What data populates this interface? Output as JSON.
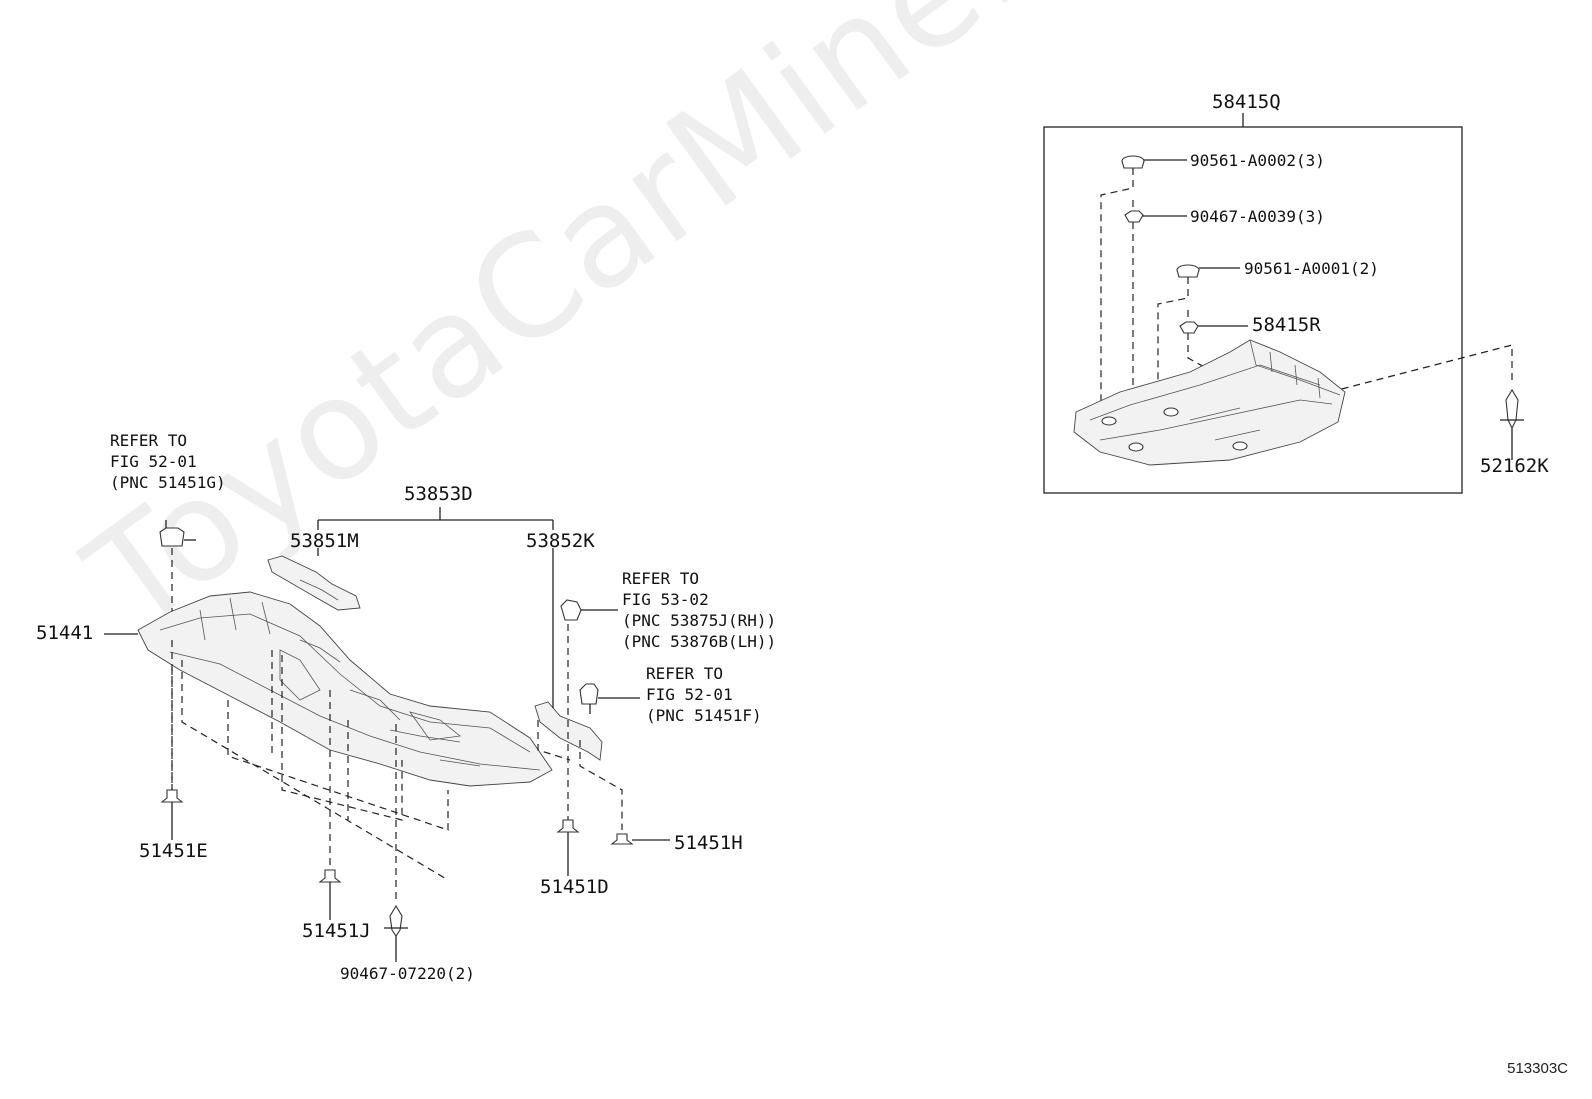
{
  "watermark": "ToyotaCarMine.ru",
  "figure_id": "513303C",
  "labels": {
    "p58415Q": "58415Q",
    "p90561_A0002": "90561-A0002(3)",
    "p90467_A0039": "90467-A0039(3)",
    "p90561_A0001": "90561-A0001(2)",
    "p58415R": "58415R",
    "p52162K": "52162K",
    "p53853D": "53853D",
    "p53851M": "53851M",
    "p53852K": "53852K",
    "p51441": "51441",
    "p51451E": "51451E",
    "p51451J": "51451J",
    "p90467_07220": "90467-07220(2)",
    "p51451D": "51451D",
    "p51451H": "51451H"
  },
  "notes": {
    "refer_left": [
      "REFER TO",
      "FIG 52-01",
      "(PNC 51451G)"
    ],
    "refer_mid": [
      "REFER TO",
      "FIG 53-02",
      "(PNC 53875J(RH))",
      "(PNC 53876B(LH))"
    ],
    "refer_right": [
      "REFER TO",
      "FIG 52-01",
      "(PNC 51451F)"
    ]
  }
}
